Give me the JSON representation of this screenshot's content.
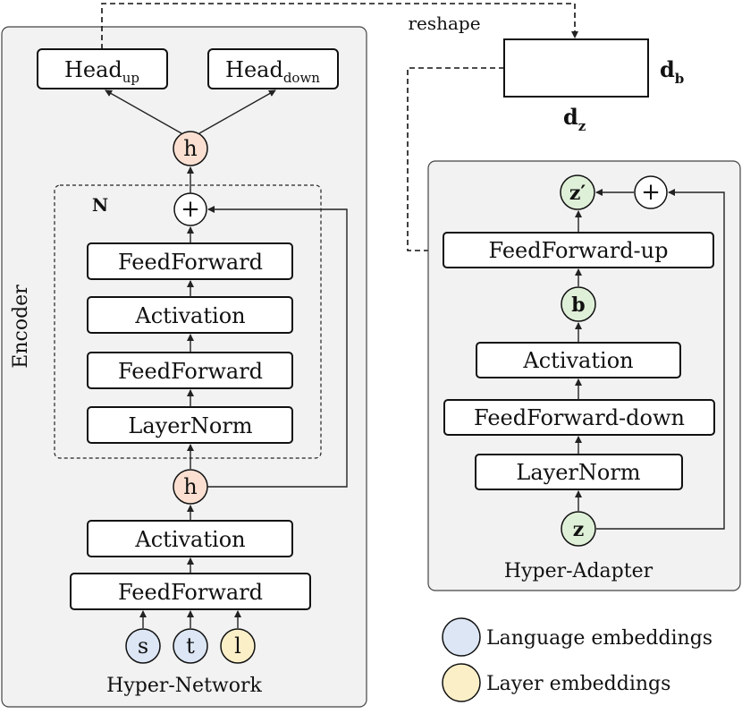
{
  "hyper_network": {
    "title": "Hyper-Network",
    "encoder_label": "Encoder",
    "repeat_label": "N",
    "head_up": {
      "main": "Head",
      "sub": "up"
    },
    "head_down": {
      "main": "Head",
      "sub": "down"
    },
    "hidden_symbol": "h",
    "add_symbol": "+",
    "block_layers": [
      "FeedForward",
      "Activation",
      "FeedForward",
      "LayerNorm"
    ],
    "lower_layers": [
      "Activation",
      "FeedForward"
    ],
    "inputs": [
      {
        "symbol": "s",
        "color": "#dce6f5"
      },
      {
        "symbol": "t",
        "color": "#dce6f5"
      },
      {
        "symbol": "l",
        "color": "#fbefc8"
      }
    ]
  },
  "reshape": {
    "label": "reshape",
    "dim_b": {
      "main": "d",
      "sub": "b"
    },
    "dim_z": {
      "main": "d",
      "sub": "z"
    }
  },
  "hyper_adapter": {
    "title": "Hyper-Adapter",
    "output_symbol": "z′",
    "add_symbol": "+",
    "mid_symbol": "b",
    "input_symbol": "z",
    "layers": [
      "FeedForward-up",
      "Activation",
      "FeedForward-down",
      "LayerNorm"
    ]
  },
  "legend": [
    {
      "label": "Language embeddings",
      "color": "#dce6f5"
    },
    {
      "label": "Layer embeddings",
      "color": "#fbefc8"
    }
  ],
  "colors": {
    "hidden_fill": "#fbe0d2",
    "adapter_node_fill": "#dff0d8",
    "panel_fill": "#f2f2f2"
  }
}
